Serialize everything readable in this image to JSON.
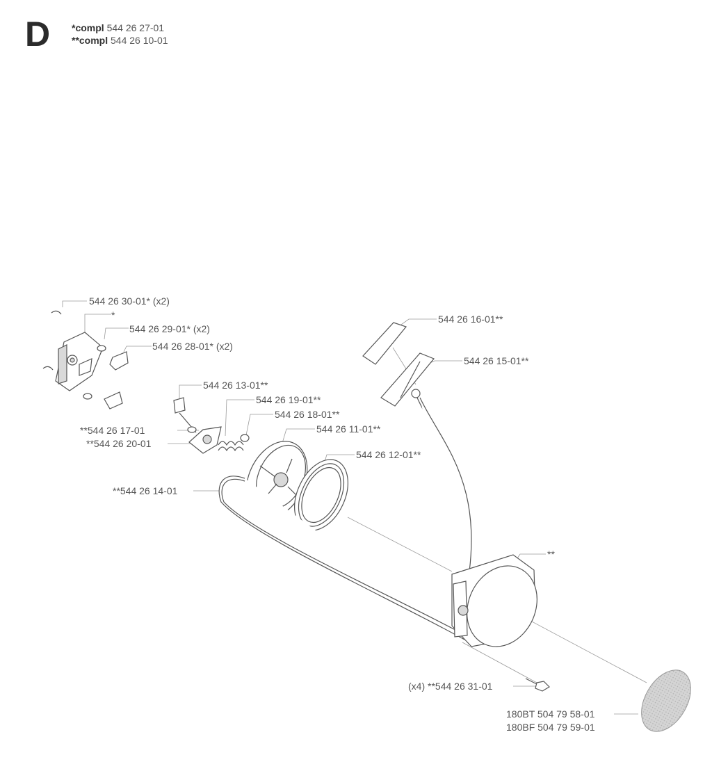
{
  "section": "D",
  "header": {
    "line1_prefix": "*compl",
    "line1_number": "544 26 27-01",
    "line2_prefix": "**compl",
    "line2_number": "544 26 10-01"
  },
  "labels": {
    "p_30": "544 26 30-01*",
    "p_30_qty": "(x2)",
    "p_star": "*",
    "p_29": "544 26 29-01*",
    "p_29_qty": "(x2)",
    "p_28": "544 26 28-01*",
    "p_28_qty": "(x2)",
    "p_16": "544 26 16-01**",
    "p_15": "544 26 15-01**",
    "p_13": "544 26 13-01**",
    "p_19": "544 26 19-01**",
    "p_18": "544 26 18-01**",
    "p_17": "**544 26 17-01",
    "p_20": "**544 26 20-01",
    "p_11": "544 26 11-01**",
    "p_12": "544 26 12-01**",
    "p_14": "**544 26 14-01",
    "p_dstar": "**",
    "p_31_qty": "(x4)",
    "p_31": "**544 26 31-01",
    "bt_model": "180BT",
    "bt_number": "504 79 58-01",
    "bf_model": "180BF",
    "bf_number": "504 79 59-01"
  },
  "colors": {
    "line": "#555555",
    "leader": "#9a9a9a",
    "label_text": "#555555",
    "decal_fill": "#cfcfcf"
  }
}
